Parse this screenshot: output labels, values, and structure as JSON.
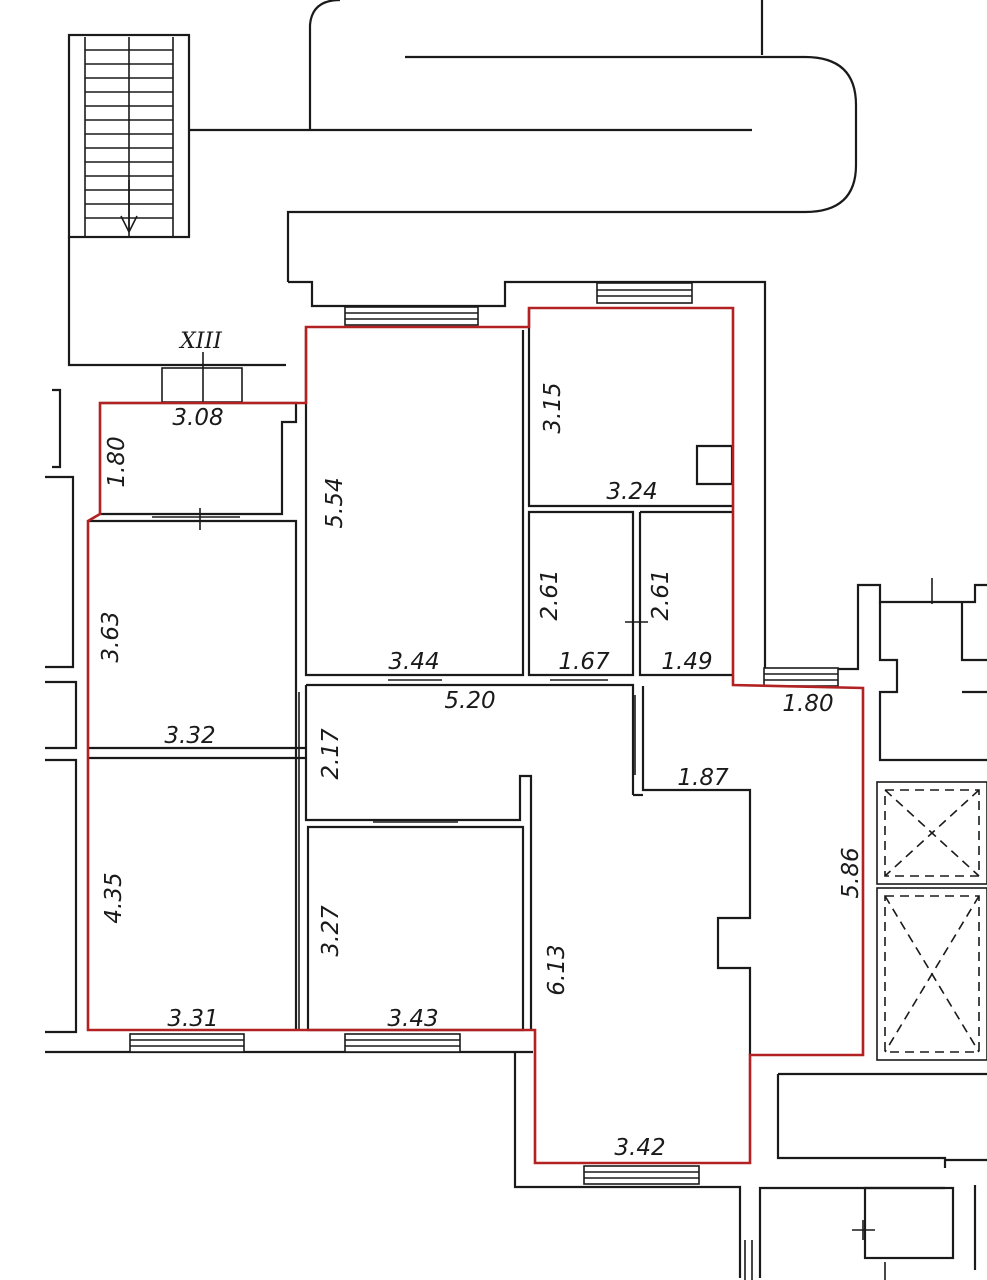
{
  "apartment_label": "XIII",
  "dimensions": [
    {
      "id": "d-308",
      "text": "3.08"
    },
    {
      "id": "d-180a",
      "text": "1.80"
    },
    {
      "id": "d-554",
      "text": "5.54"
    },
    {
      "id": "d-315",
      "text": "3.15"
    },
    {
      "id": "d-324",
      "text": "3.24"
    },
    {
      "id": "d-363",
      "text": "3.63"
    },
    {
      "id": "d-261a",
      "text": "2.61"
    },
    {
      "id": "d-261b",
      "text": "2.61"
    },
    {
      "id": "d-344",
      "text": "3.44"
    },
    {
      "id": "d-167",
      "text": "1.67"
    },
    {
      "id": "d-149",
      "text": "1.49"
    },
    {
      "id": "d-520",
      "text": "5.20"
    },
    {
      "id": "d-180b",
      "text": "1.80"
    },
    {
      "id": "d-332",
      "text": "3.32"
    },
    {
      "id": "d-217",
      "text": "2.17"
    },
    {
      "id": "d-187",
      "text": "1.87"
    },
    {
      "id": "d-586",
      "text": "5.86"
    },
    {
      "id": "d-435",
      "text": "4.35"
    },
    {
      "id": "d-327",
      "text": "3.27"
    },
    {
      "id": "d-613",
      "text": "6.13"
    },
    {
      "id": "d-331",
      "text": "3.31"
    },
    {
      "id": "d-343",
      "text": "3.43"
    },
    {
      "id": "d-342",
      "text": "3.42"
    }
  ],
  "colors": {
    "outline": "#b22222",
    "walls": "#1a1a1a",
    "background": "#ffffff"
  }
}
